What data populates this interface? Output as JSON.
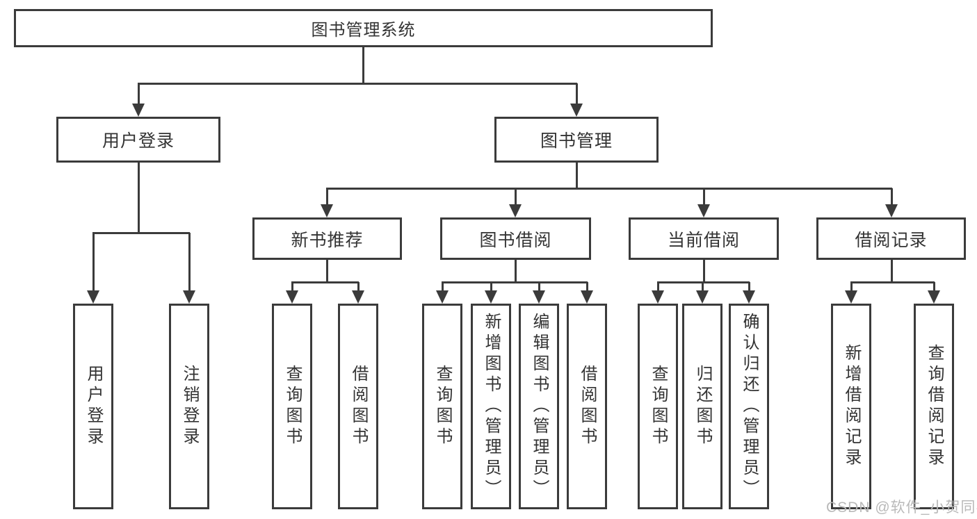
{
  "diagram": {
    "root": "图书管理系统",
    "branches": [
      {
        "label": "用户登录",
        "children": [
          "用户登录",
          "注销登录"
        ]
      },
      {
        "label": "图书管理",
        "sections": [
          {
            "label": "新书推荐",
            "children": [
              "查询图书",
              "借阅图书"
            ]
          },
          {
            "label": "图书借阅",
            "children": [
              "查询图书",
              "新增图书（管理员）",
              "编辑图书（管理员）",
              "借阅图书"
            ]
          },
          {
            "label": "当前借阅",
            "children": [
              "查询图书",
              "归还图书",
              "确认归还（管理员）"
            ]
          },
          {
            "label": "借阅记录",
            "children": [
              "新增借阅记录",
              "查询借阅记录"
            ]
          }
        ]
      }
    ]
  },
  "watermark": "CSDN @软件_小贺同学",
  "colors": {
    "line": "#3b3b3b",
    "text": "#333333",
    "watermark": "#b9b9b9",
    "background": "#ffffff"
  }
}
